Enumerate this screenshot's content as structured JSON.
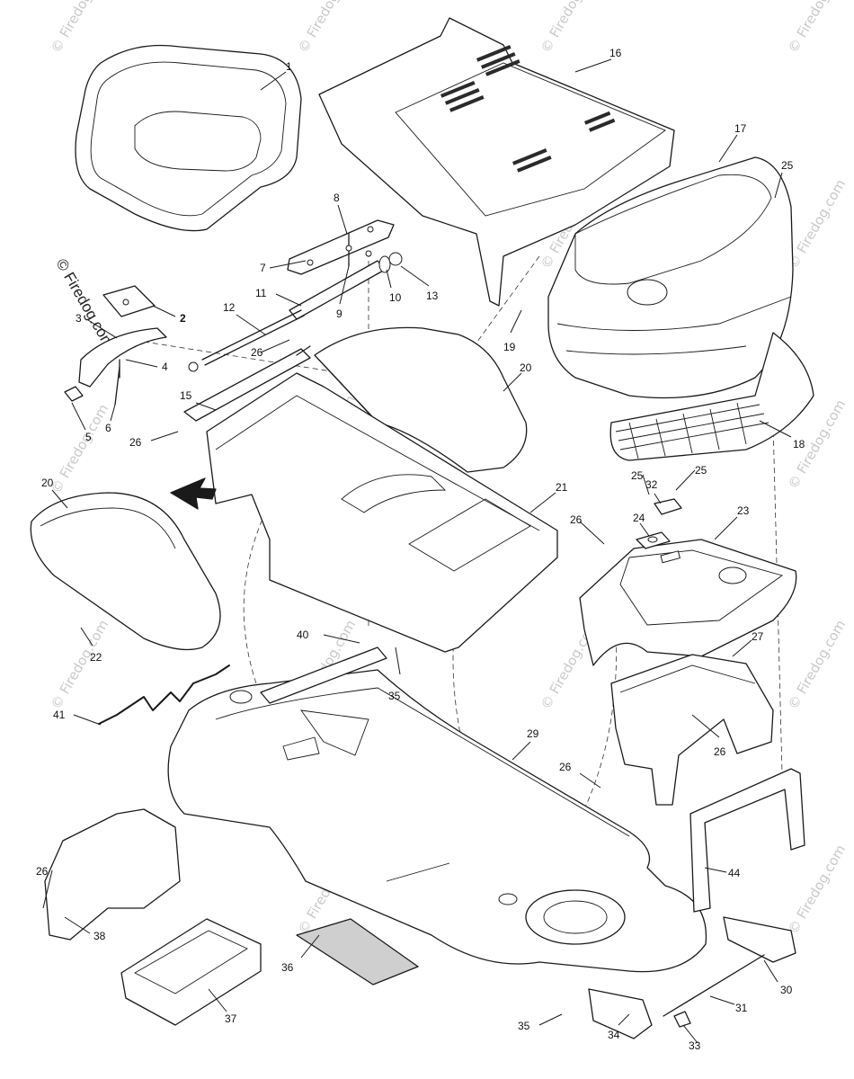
{
  "watermark_text": "© Firedog.com",
  "copyright_text": "© Firedog.com",
  "callouts": [
    {
      "num": "1"
    },
    {
      "num": "2"
    },
    {
      "num": "3"
    },
    {
      "num": "4"
    },
    {
      "num": "5"
    },
    {
      "num": "6"
    },
    {
      "num": "7"
    },
    {
      "num": "8"
    },
    {
      "num": "9"
    },
    {
      "num": "10"
    },
    {
      "num": "11"
    },
    {
      "num": "12"
    },
    {
      "num": "13"
    },
    {
      "num": "15"
    },
    {
      "num": "16"
    },
    {
      "num": "17"
    },
    {
      "num": "18"
    },
    {
      "num": "19"
    },
    {
      "num": "20"
    },
    {
      "num": "20"
    },
    {
      "num": "21"
    },
    {
      "num": "22"
    },
    {
      "num": "23"
    },
    {
      "num": "24"
    },
    {
      "num": "25"
    },
    {
      "num": "25"
    },
    {
      "num": "25"
    },
    {
      "num": "26"
    },
    {
      "num": "26"
    },
    {
      "num": "26"
    },
    {
      "num": "26"
    },
    {
      "num": "26"
    },
    {
      "num": "26"
    },
    {
      "num": "27"
    },
    {
      "num": "29"
    },
    {
      "num": "30"
    },
    {
      "num": "31"
    },
    {
      "num": "32"
    },
    {
      "num": "33"
    },
    {
      "num": "34"
    },
    {
      "num": "35"
    },
    {
      "num": "35"
    },
    {
      "num": "36"
    },
    {
      "num": "37"
    },
    {
      "num": "38"
    },
    {
      "num": "40"
    },
    {
      "num": "41"
    },
    {
      "num": "44"
    }
  ]
}
